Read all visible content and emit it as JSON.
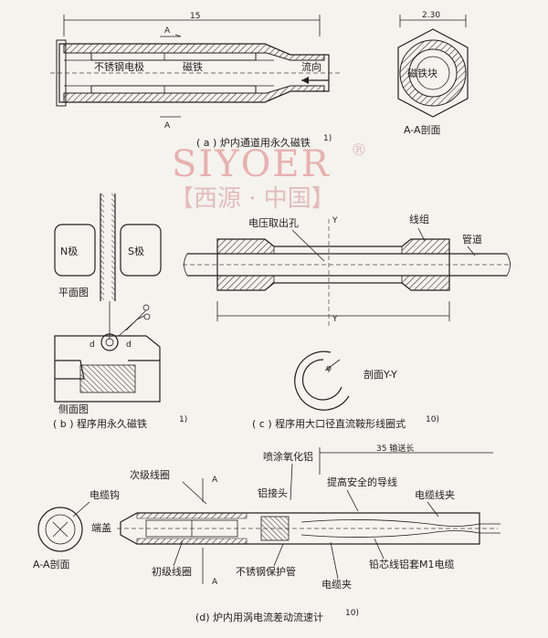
{
  "watermark": {
    "brand": "SIYOER",
    "registered": "®",
    "subtitle": "【西源 · 中国】"
  },
  "fig_a": {
    "dim_length": "15",
    "dim_width": "2.30",
    "section_mark": "A",
    "section_mark_bottom": "A",
    "label_electrode": "不锈钢电极",
    "label_magnet": "磁铁",
    "label_flow": "流向",
    "label_magnet_block": "磁铁块",
    "label_section": "A-A剖面",
    "caption": "( a ) 炉内通道用永久磁铁",
    "caption_ref": "1)"
  },
  "fig_b": {
    "label_n": "N极",
    "label_s": "S极",
    "label_plan": "平面图",
    "label_side": "侧面图",
    "caption": "( b ) 程序用永久磁铁",
    "caption_ref": "1)"
  },
  "fig_c": {
    "label_tap": "电压取出孔",
    "label_y": "Y",
    "label_y_bottom": "Y",
    "label_coil": "线组",
    "label_pipe": "管道",
    "label_section": "剖面Y-Y",
    "label_phi": "φ",
    "caption": "( c ) 程序用大口径直流鞍形线圈式",
    "caption_ref": "10)"
  },
  "fig_d": {
    "label_spray": "喷涂氧化铝",
    "label_length": "35 输送长",
    "label_secondary": "次级线圈",
    "label_a": "A",
    "label_a_bottom": "A",
    "label_braid": "电缆钩",
    "label_aluminum_head": "铝接头",
    "label_safety_wire": "提高安全的导线",
    "label_cable_clamp": "电缆线夹",
    "label_end_cap": "端盖",
    "label_section": "A-A剖面",
    "label_primary": "初级线圈",
    "label_ss_tube": "不锈钢保护管",
    "label_core": "铅芯线铝套M1电缆",
    "label_cable_holder": "电缆夹",
    "caption": "(d) 炉内用涡电流差动流速计",
    "caption_ref": "10)"
  }
}
